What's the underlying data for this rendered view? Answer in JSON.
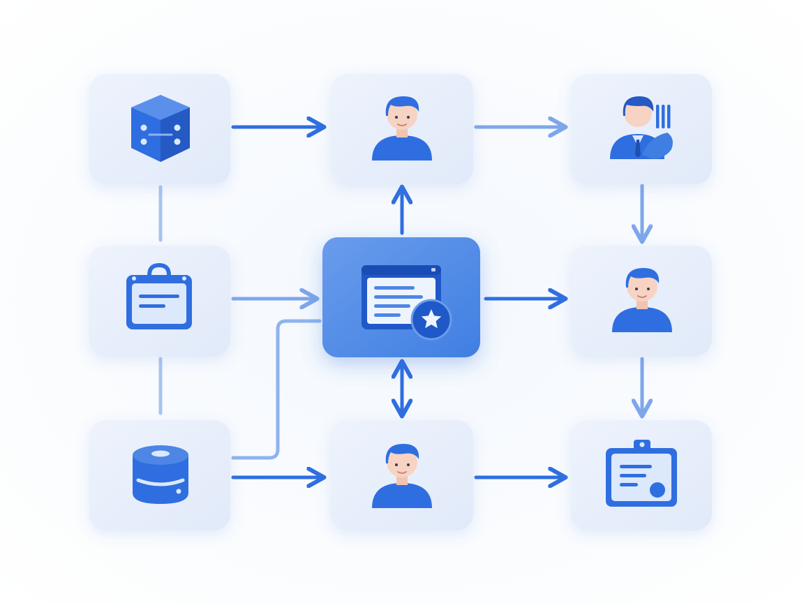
{
  "colors": {
    "card_fill": "#e6eefb",
    "hub_fill": "#4d8ae6",
    "icon_primary": "#2f6ee0",
    "icon_light": "#dce8fc",
    "arrow_solid": "#2f6ee0",
    "arrow_soft": "#8fb3ee",
    "skin": "#f6d3c3"
  },
  "nodes": [
    {
      "id": "source-cube",
      "icon": "cube-icon"
    },
    {
      "id": "user-top",
      "icon": "user-icon"
    },
    {
      "id": "manager",
      "icon": "user-tie-icon"
    },
    {
      "id": "clipboard-source",
      "icon": "clipboard-icon"
    },
    {
      "id": "hub",
      "icon": "featured-document-icon"
    },
    {
      "id": "user-middle",
      "icon": "user-icon"
    },
    {
      "id": "database",
      "icon": "database-icon"
    },
    {
      "id": "user-bottom",
      "icon": "user-icon"
    },
    {
      "id": "certificate",
      "icon": "badge-document-icon"
    }
  ],
  "connections": [
    {
      "from": "source-cube",
      "to": "user-top",
      "style": "solid"
    },
    {
      "from": "user-top",
      "to": "manager",
      "style": "soft"
    },
    {
      "from": "source-cube",
      "to": "clipboard-source",
      "style": "line"
    },
    {
      "from": "clipboard-source",
      "to": "database",
      "style": "line"
    },
    {
      "from": "clipboard-source",
      "to": "hub",
      "style": "soft"
    },
    {
      "from": "hub",
      "to": "user-top",
      "style": "solid"
    },
    {
      "from": "hub",
      "to": "user-middle",
      "style": "solid"
    },
    {
      "from": "hub",
      "to": "user-bottom",
      "style": "bidirectional"
    },
    {
      "from": "manager",
      "to": "user-middle",
      "style": "soft"
    },
    {
      "from": "user-middle",
      "to": "certificate",
      "style": "soft"
    },
    {
      "from": "database",
      "to": "user-bottom",
      "style": "solid"
    },
    {
      "from": "database",
      "to": "hub",
      "style": "elbow"
    },
    {
      "from": "user-bottom",
      "to": "certificate",
      "style": "solid"
    }
  ]
}
